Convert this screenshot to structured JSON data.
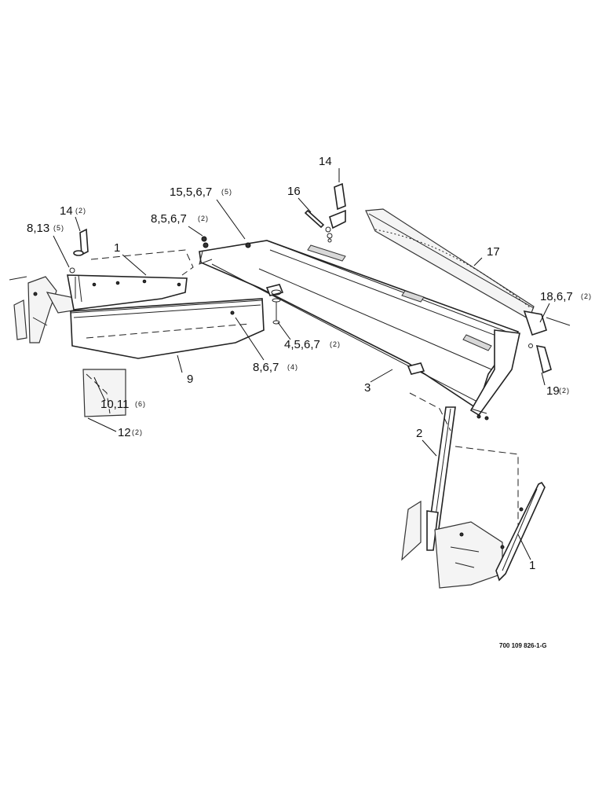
{
  "diagram": {
    "drawing_number": "700 109 826-1-G",
    "callouts": {
      "c14_top": "14",
      "c16": "16",
      "c15": "15,5,6,7",
      "c15_qty": "(5)",
      "c8_5": "8,5,6,7",
      "c8_5_qty": "(2)",
      "c14_left": "14",
      "c14_left_qty": "(2)",
      "c8_13": "8,13",
      "c8_13_qty": "(5)",
      "c1_left": "1",
      "c17": "17",
      "c18": "18,6,7",
      "c18_qty": "(2)",
      "c4": "4,5,6,7",
      "c4_qty": "(2)",
      "c8_6": "8,6,7",
      "c8_6_qty": "(4)",
      "c9": "9",
      "c3": "3",
      "c19": "19",
      "c19_qty": "(2)",
      "c10": "10,11",
      "c10_qty": "(6)",
      "c12": "12",
      "c12_qty": "(2)",
      "c2": "2",
      "c1_right": "1"
    }
  }
}
